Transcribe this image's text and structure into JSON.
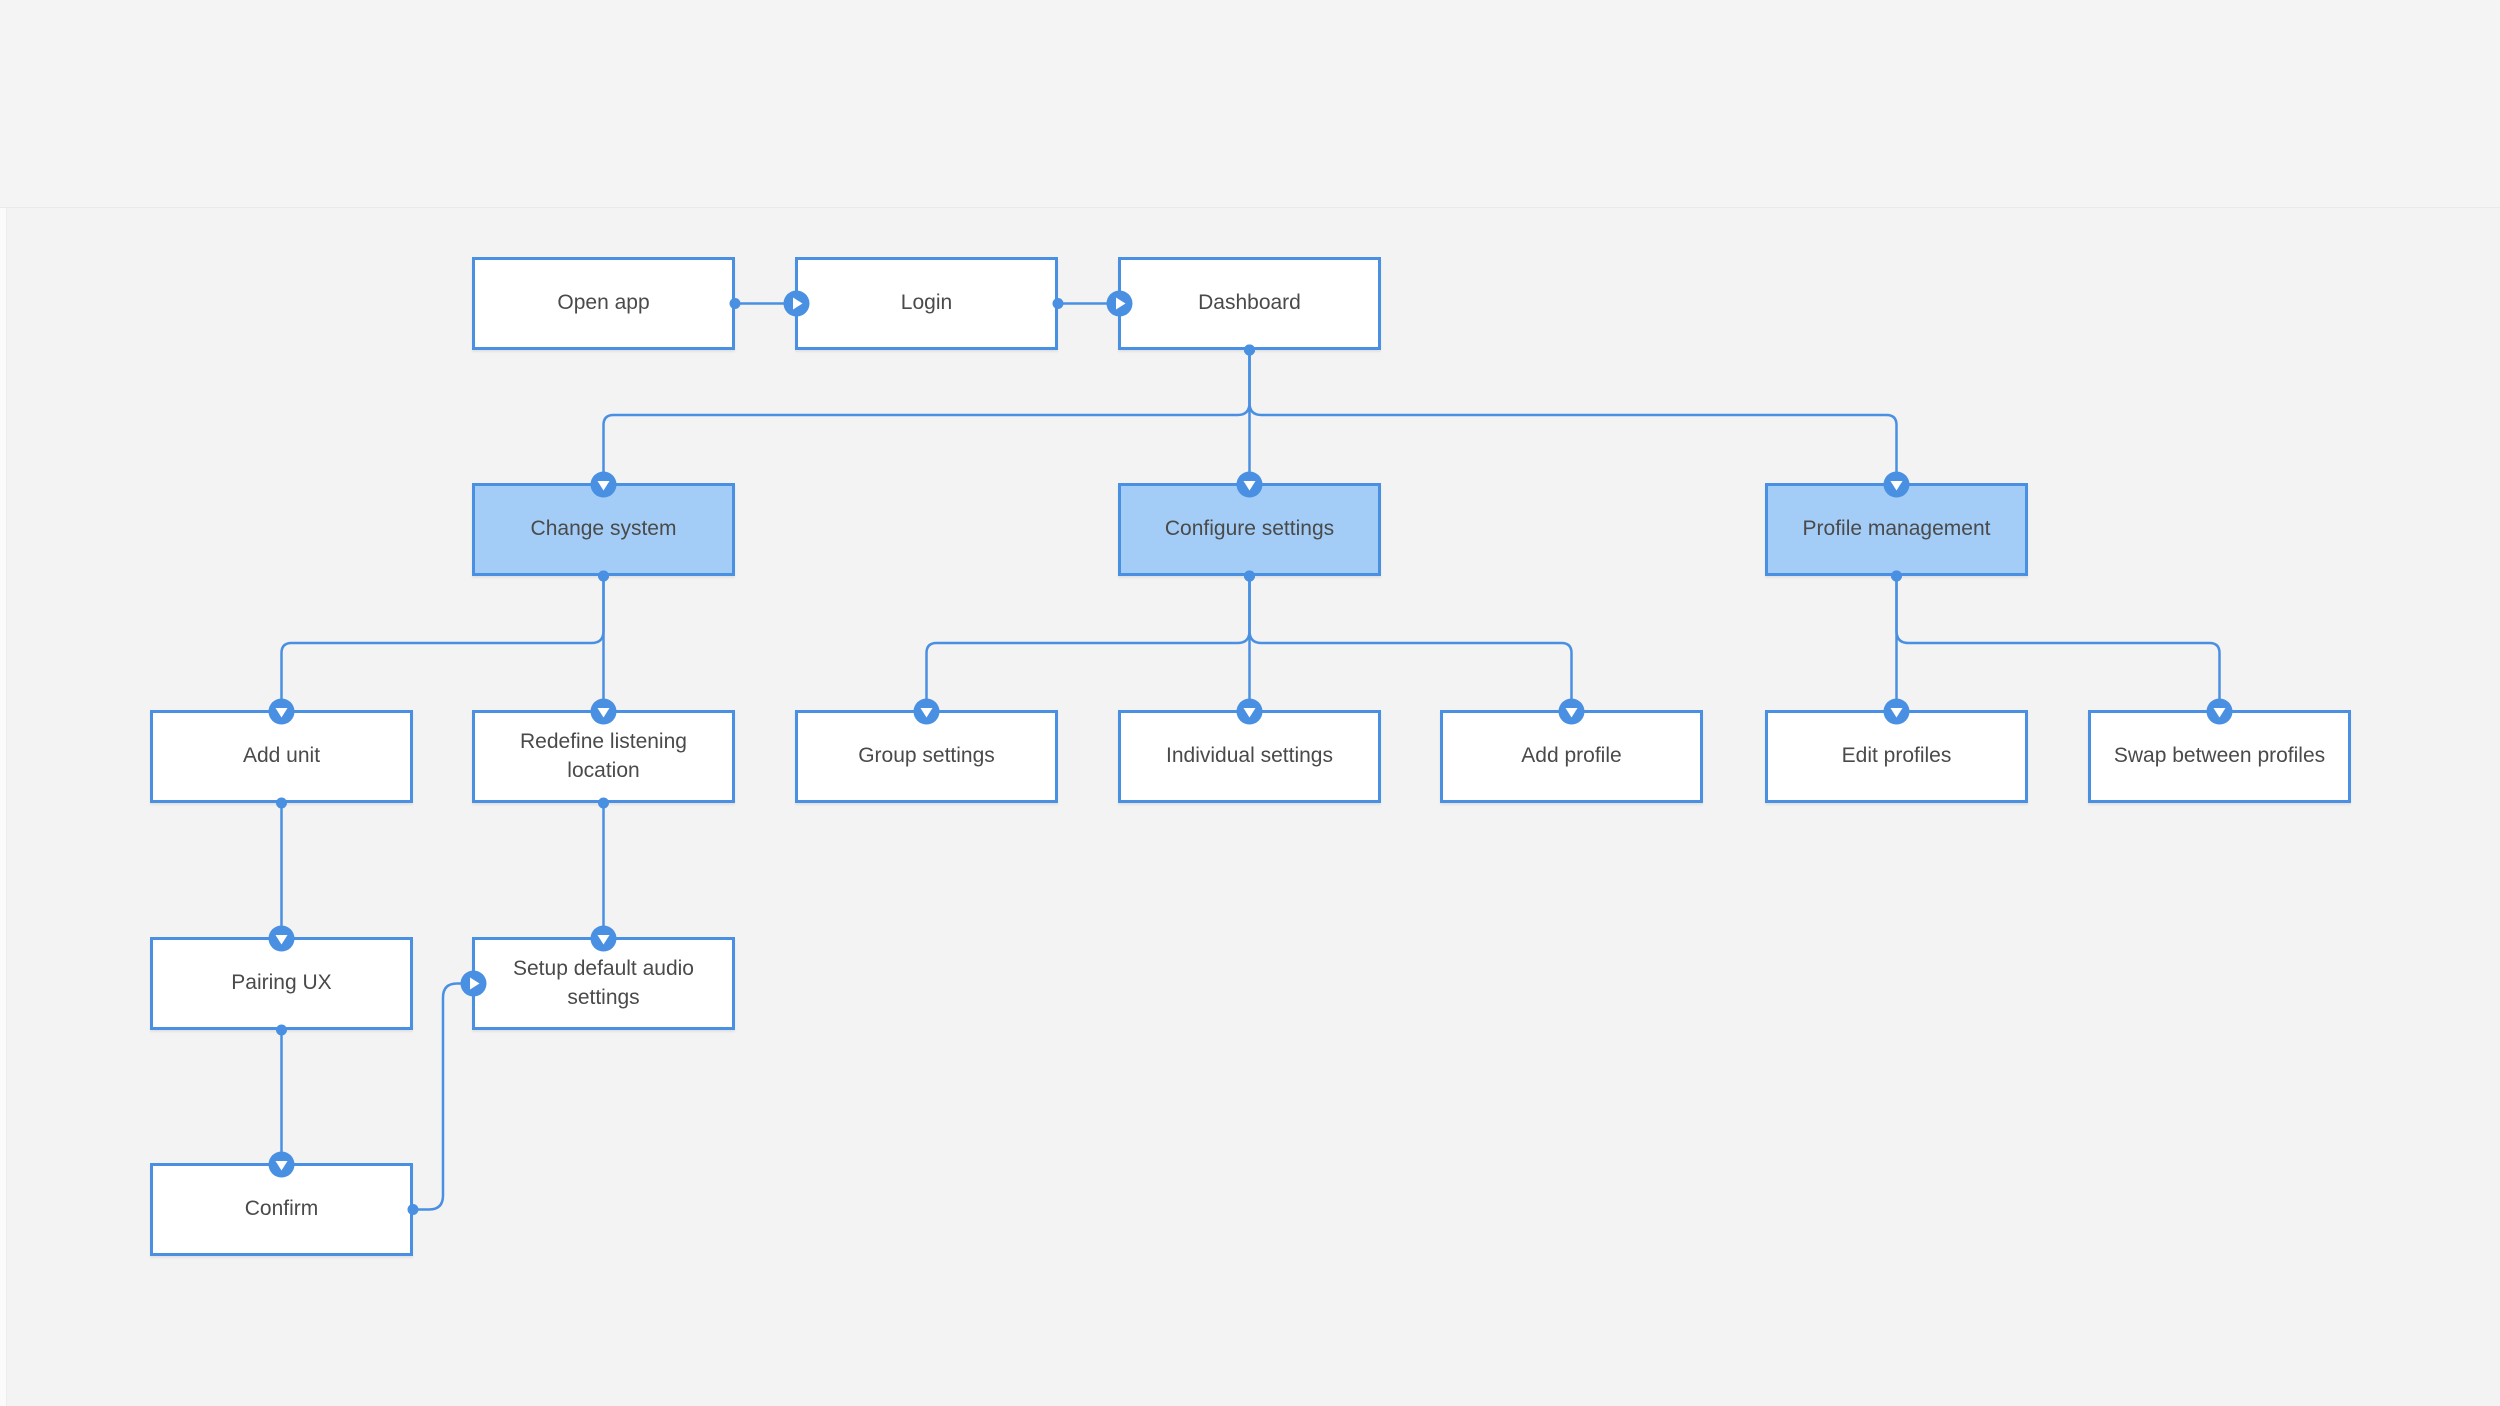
{
  "page": {
    "background_color": "#f3f3f4",
    "accent_color": "#4a90e2",
    "highlight_fill_color": "#a3cdf7",
    "node_fill_color": "#ffffff",
    "text_color": "#4a4a4a"
  },
  "diagram": {
    "nodes": [
      {
        "id": "open-app",
        "label": "Open app",
        "variant": "default"
      },
      {
        "id": "login",
        "label": "Login",
        "variant": "default"
      },
      {
        "id": "dashboard",
        "label": "Dashboard",
        "variant": "default"
      },
      {
        "id": "change-system",
        "label": "Change system",
        "variant": "highlight"
      },
      {
        "id": "configure-settings",
        "label": "Configure settings",
        "variant": "highlight"
      },
      {
        "id": "profile-management",
        "label": "Profile management",
        "variant": "highlight"
      },
      {
        "id": "add-unit",
        "label": "Add unit",
        "variant": "default"
      },
      {
        "id": "redefine-listening",
        "label": "Redefine listening location",
        "variant": "default"
      },
      {
        "id": "group-settings",
        "label": "Group settings",
        "variant": "default"
      },
      {
        "id": "individual-settings",
        "label": "Individual settings",
        "variant": "default"
      },
      {
        "id": "add-profile",
        "label": "Add profile",
        "variant": "default"
      },
      {
        "id": "edit-profiles",
        "label": "Edit profiles",
        "variant": "default"
      },
      {
        "id": "swap-profiles",
        "label": "Swap between profiles",
        "variant": "default"
      },
      {
        "id": "pairing-ux",
        "label": "Pairing UX",
        "variant": "default"
      },
      {
        "id": "setup-audio",
        "label": "Setup default audio settings",
        "variant": "default"
      },
      {
        "id": "confirm",
        "label": "Confirm",
        "variant": "default"
      }
    ],
    "edges": [
      {
        "from": "open-app",
        "to": "login",
        "route": "horizontal"
      },
      {
        "from": "login",
        "to": "dashboard",
        "route": "horizontal"
      },
      {
        "from": "dashboard",
        "to": "change-system",
        "route": "tree"
      },
      {
        "from": "dashboard",
        "to": "configure-settings",
        "route": "tree"
      },
      {
        "from": "dashboard",
        "to": "profile-management",
        "route": "tree"
      },
      {
        "from": "change-system",
        "to": "add-unit",
        "route": "tree"
      },
      {
        "from": "change-system",
        "to": "redefine-listening",
        "route": "tree"
      },
      {
        "from": "configure-settings",
        "to": "group-settings",
        "route": "tree"
      },
      {
        "from": "configure-settings",
        "to": "individual-settings",
        "route": "tree"
      },
      {
        "from": "configure-settings",
        "to": "add-profile",
        "route": "tree"
      },
      {
        "from": "profile-management",
        "to": "edit-profiles",
        "route": "tree"
      },
      {
        "from": "profile-management",
        "to": "swap-profiles",
        "route": "tree"
      },
      {
        "from": "add-unit",
        "to": "pairing-ux",
        "route": "tree"
      },
      {
        "from": "redefine-listening",
        "to": "setup-audio",
        "route": "tree"
      },
      {
        "from": "pairing-ux",
        "to": "confirm",
        "route": "tree"
      },
      {
        "from": "confirm",
        "to": "setup-audio",
        "route": "side-loop"
      }
    ]
  }
}
